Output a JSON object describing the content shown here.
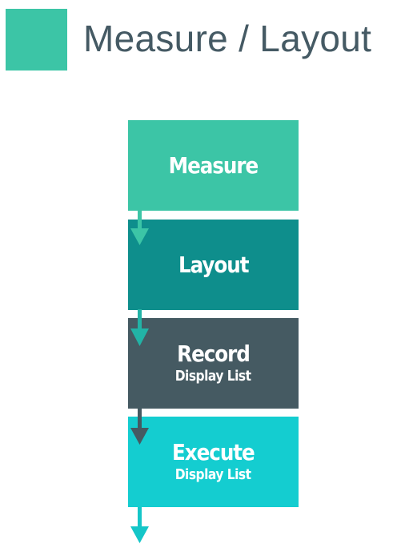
{
  "header": {
    "title": "Measure / Layout",
    "swatch_color": "#3cc5a6",
    "title_color": "#455a64"
  },
  "stages": [
    {
      "title": "Measure",
      "subtitle": "",
      "color": "#3cc5a6",
      "arrow_color": "#3cc5a6"
    },
    {
      "title": "Layout",
      "subtitle": "",
      "color": "#0e8e8c",
      "arrow_color": "#22b3a6"
    },
    {
      "title": "Record",
      "subtitle": "Display List",
      "color": "#455a62",
      "arrow_color": "#455a62"
    },
    {
      "title": "Execute",
      "subtitle": "Display List",
      "color": "#14cdd0",
      "arrow_color": "#14c6c8"
    }
  ]
}
